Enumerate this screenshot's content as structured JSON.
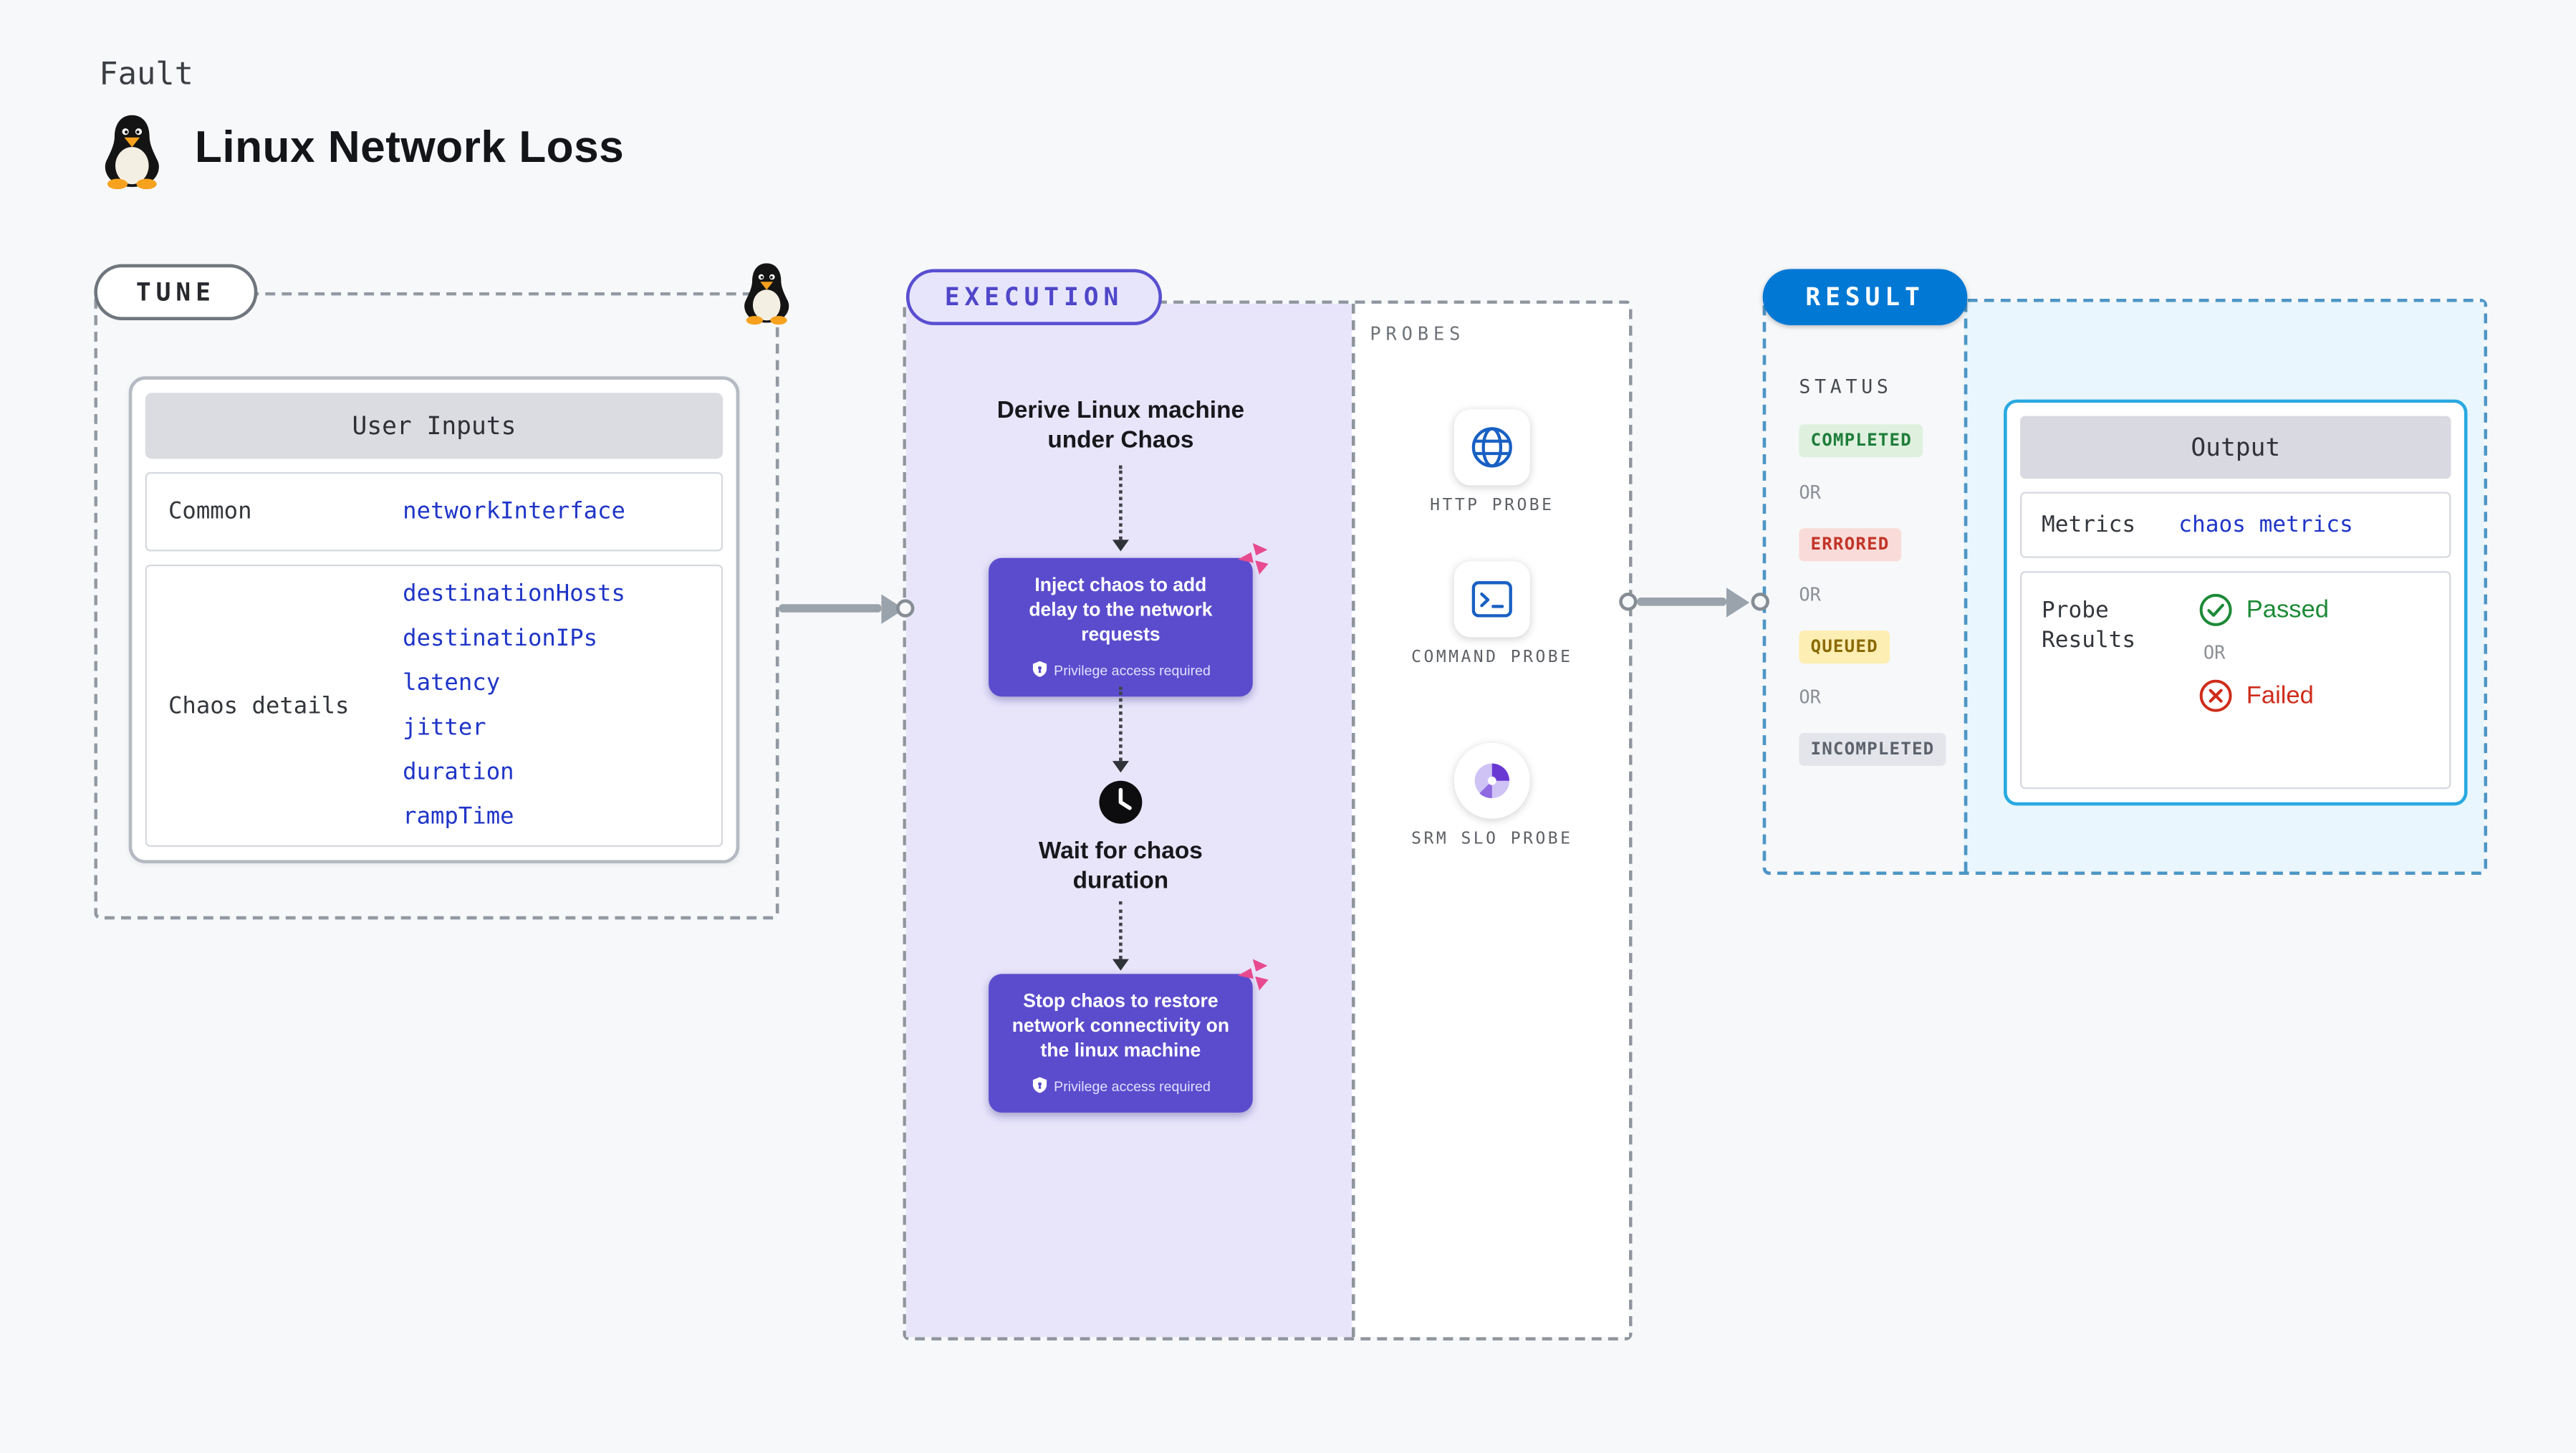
{
  "header": {
    "kicker": "Fault",
    "title": "Linux Network Loss"
  },
  "tune": {
    "pill": "TUNE",
    "table": {
      "header": "User Inputs",
      "rows": [
        {
          "label": "Common",
          "values": [
            "networkInterface"
          ]
        },
        {
          "label": "Chaos details",
          "values": [
            "destinationHosts",
            "destinationIPs",
            "latency",
            "jitter",
            "duration",
            "rampTime"
          ]
        }
      ]
    }
  },
  "execution": {
    "pill": "EXECUTION",
    "step_derive": "Derive Linux machine under Chaos",
    "step_inject": "Inject chaos to add delay to the network requests",
    "privilege_note": "Privilege access required",
    "step_wait": "Wait for chaos duration",
    "step_stop": "Stop chaos to restore network connectivity on the linux machine"
  },
  "probes": {
    "heading": "PROBES",
    "items": [
      {
        "label": "HTTP PROBE",
        "icon": "globe-network-icon"
      },
      {
        "label": "COMMAND PROBE",
        "icon": "terminal-icon"
      },
      {
        "label": "SRM SLO PROBE",
        "icon": "pie-gauge-icon"
      }
    ]
  },
  "result": {
    "pill": "RESULT",
    "status_heading": "STATUS",
    "or": "OR",
    "statuses": [
      {
        "label": "COMPLETED",
        "bg": "#dff0df",
        "color": "#1e7e3a"
      },
      {
        "label": "ERRORED",
        "bg": "#f9dcd9",
        "color": "#c23428"
      },
      {
        "label": "QUEUED",
        "bg": "#fdeeb3",
        "color": "#8a6a06"
      },
      {
        "label": "INCOMPLETED",
        "bg": "#e4e5ea",
        "color": "#5c626c"
      }
    ],
    "output": {
      "header": "Output",
      "metrics_label": "Metrics",
      "metrics_value": "chaos metrics",
      "probe_results_label": "Probe Results",
      "passed": "Passed",
      "or": "OR",
      "failed": "Failed"
    }
  },
  "colors": {
    "accent_purple": "#5b4ccd",
    "accent_blue": "#0278d5",
    "code_blue": "#1f35c7",
    "passed_green": "#1d8a37",
    "failed_red": "#cf2c1b",
    "lavender_bg": "#e8e5fb",
    "result_bg": "#e9f6fd"
  }
}
